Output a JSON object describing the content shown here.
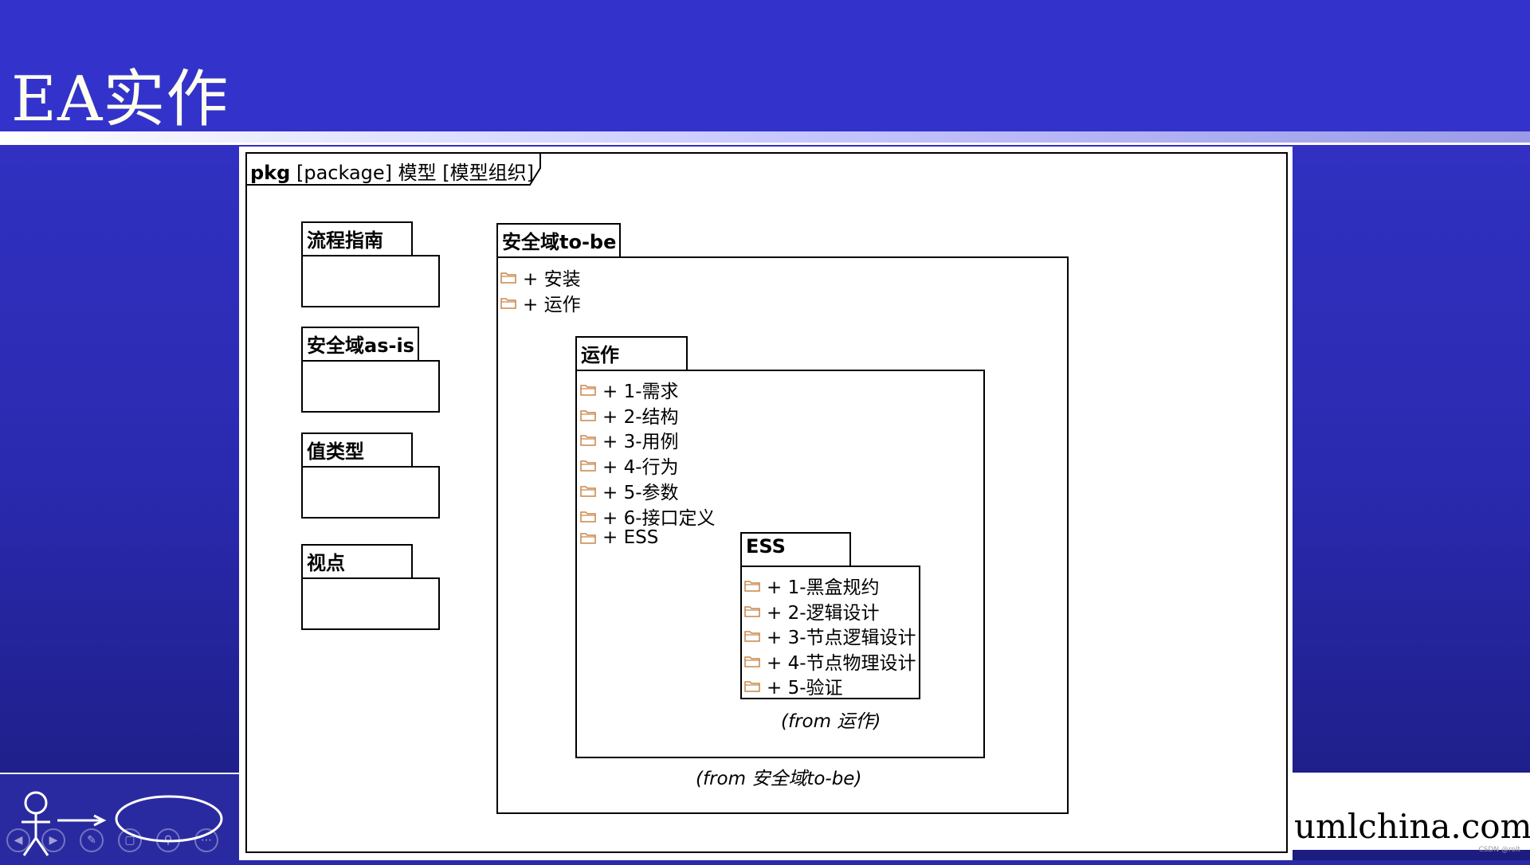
{
  "slide": {
    "title": "EA实作",
    "website": "umlchina.com",
    "watermark": "CSDN @rolt"
  },
  "colors": {
    "header": "#3333cc",
    "background": "#2a2ab0",
    "folder_icon": "#c8864a"
  },
  "diagram": {
    "frame_label_kind": "pkg",
    "frame_label_rest": "[package] 模型 [模型组织]",
    "left_packages": [
      {
        "name": "流程指南"
      },
      {
        "name": "安全域as-is"
      },
      {
        "name": "值类型"
      },
      {
        "name": "视点"
      }
    ],
    "to_be": {
      "name": "安全域to-be",
      "items": [
        "+ 安装",
        "+ 运作"
      ],
      "from": "(from 安全域to-be)"
    },
    "operation": {
      "name": "运作",
      "items": [
        "+ 1-需求",
        "+ 2-结构",
        "+ 3-用例",
        "+ 4-行为",
        "+ 5-参数",
        "+ 6-接口定义",
        "+ ESS"
      ],
      "from": "(from 运作)"
    },
    "ess": {
      "name": "ESS",
      "items": [
        "+ 1-黑盒规约",
        "+ 2-逻辑设计",
        "+ 3-节点逻辑设计",
        "+ 4-节点物理设计",
        "+ 5-验证"
      ]
    }
  },
  "nav_icons": [
    "prev-icon",
    "next-icon",
    "pen-icon",
    "slides-icon",
    "zoom-icon",
    "more-icon"
  ]
}
